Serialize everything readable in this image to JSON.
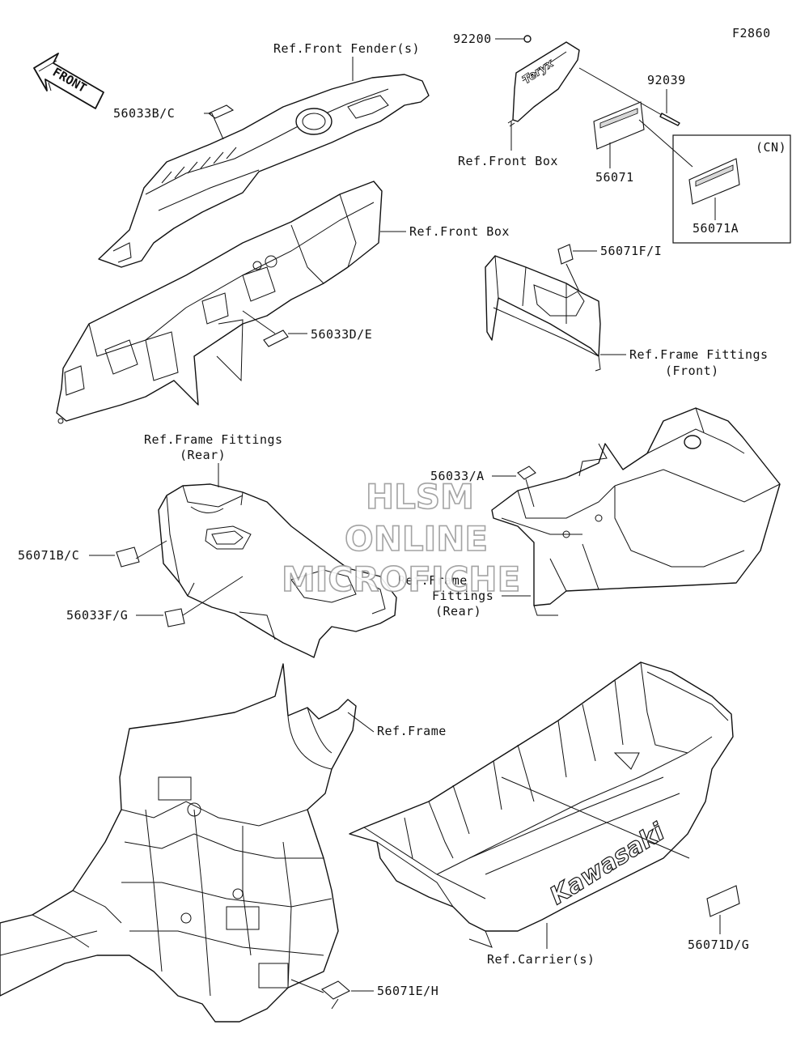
{
  "figure_id": "F2860",
  "front_arrow_text": "FRONT",
  "brand_carrier": "Kawasaki",
  "brand_box": "Teryx",
  "watermark": [
    "HLSM",
    "ONLINE",
    "MICROFICHE"
  ],
  "labels": {
    "ref_front_fender": "Ref.Front Fender(s)",
    "ref_front_box_top": "Ref.Front Box",
    "ref_front_box_mid": "Ref.Front Box",
    "p92200": "92200",
    "p92039": "92039",
    "p56071": "56071",
    "p56071A": "56071A",
    "cn": "(CN)",
    "p56033BC": "56033B/C",
    "p56033DE": "56033D/E",
    "p56071FI": "56071F/I",
    "ref_frame_fittings_front_1": "Ref.Frame Fittings",
    "ref_frame_fittings_front_2": "(Front)",
    "ref_frame_fittings_rear_1": "Ref.Frame Fittings",
    "ref_frame_fittings_rear_2": "(Rear)",
    "p56033A": "56033/A",
    "p56071BC": "56071B/C",
    "p56033FG": "56033F/G",
    "ref_frame_fittings_rear_b1": "Ref.Frame",
    "ref_frame_fittings_rear_b2": "Fittings",
    "ref_frame_fittings_rear_b3": "(Rear)",
    "ref_frame": "Ref.Frame",
    "ref_carrier": "Ref.Carrier(s)",
    "p56071DG": "56071D/G",
    "p56071EH": "56071E/H"
  }
}
